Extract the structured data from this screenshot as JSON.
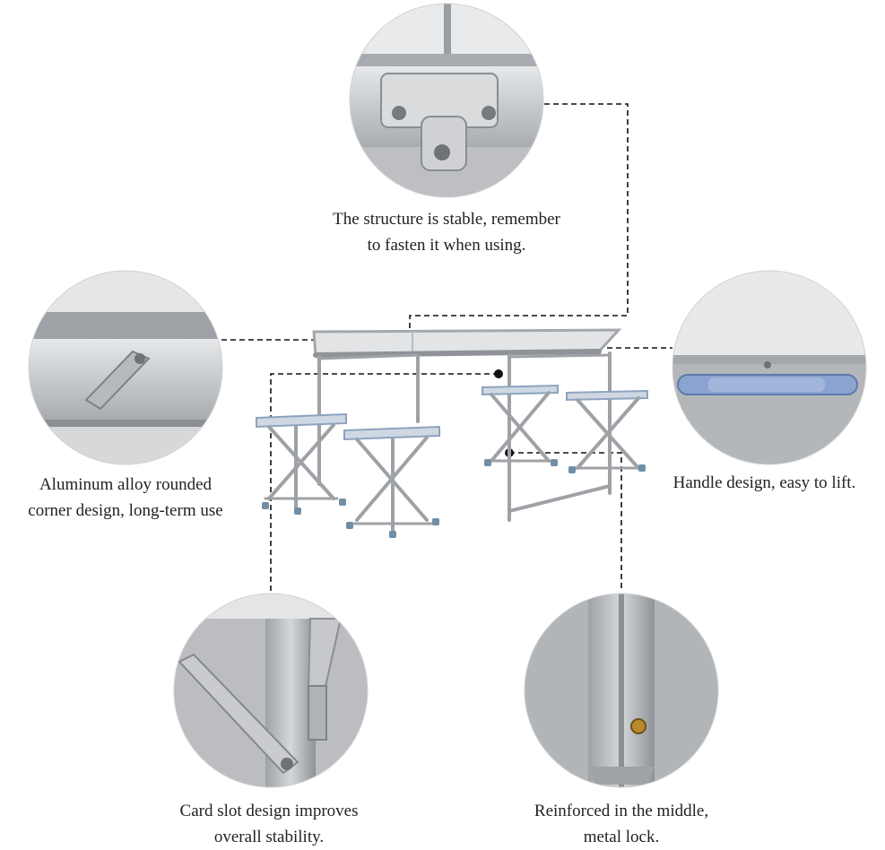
{
  "captions": {
    "top": {
      "line1": "The structure is stable, remember",
      "line2": "to fasten it when using."
    },
    "left": {
      "line1": "Aluminum alloy rounded",
      "line2": "corner design, long-term use"
    },
    "right": {
      "line1": "Handle design, easy to lift."
    },
    "bottom_left": {
      "line1": "Card slot design improves",
      "line2": "overall stability."
    },
    "bottom_right": {
      "line1": "Reinforced in the middle,",
      "line2": "metal lock."
    }
  },
  "colors": {
    "metal": "#b9bcc0",
    "metal_dark": "#8e9296",
    "accent_blue": "#7d98c6",
    "leader": "#111111"
  }
}
